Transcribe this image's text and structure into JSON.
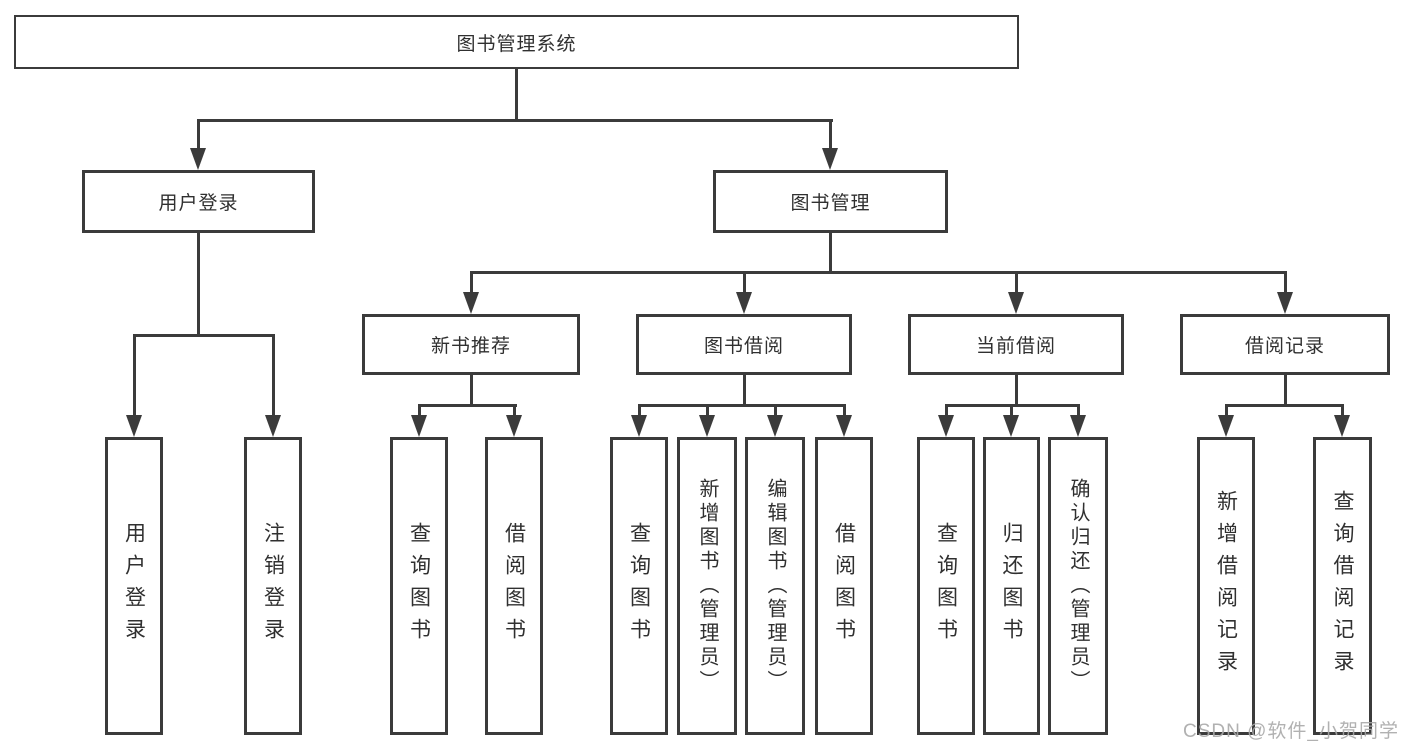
{
  "root_label": "图书管理系统",
  "level1": {
    "user": "用户登录",
    "book": "图书管理"
  },
  "level2": {
    "new_books": "新书推荐",
    "borrow": "图书借阅",
    "current": "当前借阅",
    "records": "借阅记录"
  },
  "leaves": {
    "user_login": "用户登录",
    "logout": "注销登录",
    "new_query_books": "查询图书",
    "new_borrow_books": "借阅图书",
    "borrow_query_books": "查询图书",
    "borrow_add_books": "新增图书（管理员）",
    "borrow_edit_books": "编辑图书（管理员）",
    "borrow_do_borrow": "借阅图书",
    "current_query_books": "查询图书",
    "current_return_books": "归还图书",
    "current_confirm_return": "确认归还（管理员）",
    "record_add": "新增借阅记录",
    "record_query": "查询借阅记录"
  },
  "watermark": "CSDN @软件_小贺同学",
  "colors": {
    "line": "#3b3b3b",
    "text": "#303030",
    "watermark": "#a8a8a8",
    "background": "#ffffff"
  }
}
